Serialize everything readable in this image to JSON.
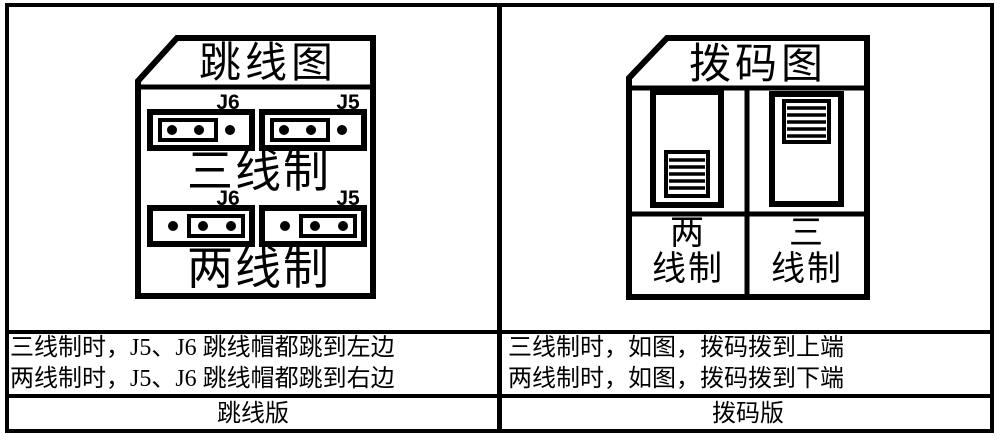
{
  "colors": {
    "ink": "#000000",
    "background": "#ffffff"
  },
  "jumper_panel": {
    "title": "跳线图",
    "three_wire": {
      "label": "三线制",
      "j6_label": "J6",
      "j5_label": "J5",
      "cap_position": "left"
    },
    "two_wire": {
      "label": "两线制",
      "j6_label": "J6",
      "j5_label": "J5",
      "cap_position": "right"
    },
    "note_line1": "三线制时，J5、J6 跳线帽都跳到左边",
    "note_line2": "两线制时，J5、J6 跳线帽都跳到右边",
    "caption": "跳线版"
  },
  "dip_panel": {
    "title": "拨码图",
    "two_wire": {
      "label_line1": "两",
      "label_line2": "线制",
      "switch_position": "down"
    },
    "three_wire": {
      "label_line1": "三",
      "label_line2": "线制",
      "switch_position": "up"
    },
    "note_line1": "三线制时，如图，拨码拨到上端",
    "note_line2": "两线制时，如图，拨码拨到下端",
    "caption": "拨码版"
  }
}
